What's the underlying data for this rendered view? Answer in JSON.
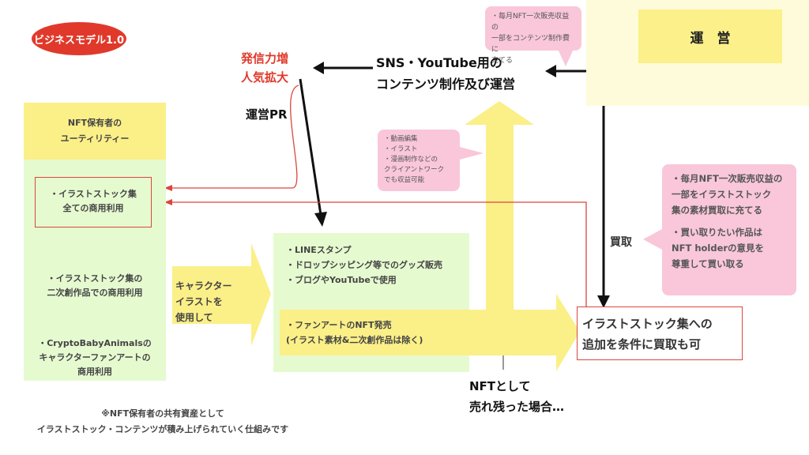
{
  "badge": "ビジネスモデル1.0",
  "operations": "運　営",
  "top_note": [
    "・毎月NFT一次販売収益の",
    "一部をコンテンツ制作費に",
    "充てる"
  ],
  "sns": [
    "SNS・YouTube用の",
    "コンテンツ制作及び運営"
  ],
  "influence": [
    "発信力増",
    "人気拡大"
  ],
  "pr": "運営PR",
  "client_note": [
    "・動画編集",
    "・イラスト",
    "・漫画制作などの",
    "クライアントワーク",
    "でも収益可能"
  ],
  "utility": {
    "header": [
      "NFT保有者の",
      "ユーティリティー"
    ],
    "item1": [
      "・イラストストック集",
      "全ての商用利用"
    ],
    "item2": [
      "・イラストストック集の",
      "二次創作品での商用利用"
    ],
    "item3": [
      "・CryptoBabyAnimalsの",
      "キャラクターファンアートの",
      "商用利用"
    ]
  },
  "character_arrow": [
    "キャラクター",
    "イラストを",
    "使用して"
  ],
  "goods_list": [
    "・LINEスタンプ",
    "・ドロップシッピング等でのグッズ販売",
    "・ブログやYouTubeで使用"
  ],
  "fanart": [
    "・ファンアートのNFT発売",
    "(イラスト素材&二次創作品は除く)"
  ],
  "unsold": [
    "NFTとして",
    "売れ残った場合…"
  ],
  "purchase_label": "買取",
  "right_note": [
    "・毎月NFT一次販売収益の",
    "一部をイラストストック",
    "集の素材買取に充てる",
    "",
    "・買い取りたい作品は",
    "NFT holderの意見を",
    "尊重して買い取る"
  ],
  "stock_add": [
    "イラストストック集への",
    "追加を条件に買取も可"
  ],
  "footer": [
    "※NFT保有者の共有資産として",
    "イラストストック・コンテンツが積み上げられていく仕組みです"
  ],
  "colors": {
    "red": "#e0392b",
    "yellow": "#fbef88",
    "green": "#e6fad0",
    "pink": "#f9c7d9",
    "pale_yellow": "#fdfbd9"
  }
}
